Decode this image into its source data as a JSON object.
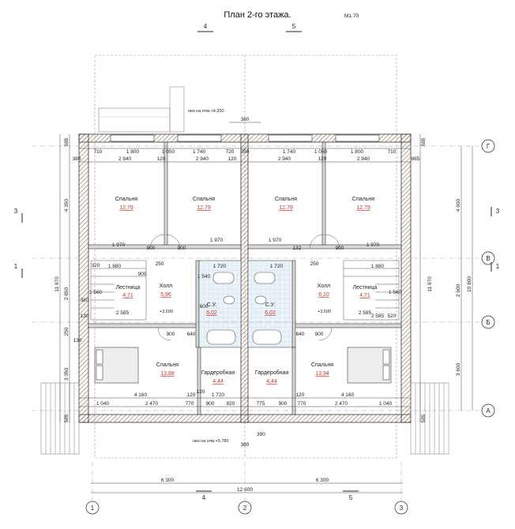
{
  "title": "План 2-го этажа.",
  "scale": "М1:70",
  "section_marks": {
    "top_left": "4",
    "top_right": "5",
    "bottom_left": "4",
    "bottom_right": "5",
    "left_upper": "3",
    "right_upper": "3",
    "left_lower": "1",
    "right_lower": "1"
  },
  "axes": {
    "letters": [
      "Г",
      "В",
      "Б",
      "А"
    ],
    "numbers": [
      "1",
      "2",
      "3"
    ]
  },
  "notes": {
    "top": "низ на отм.+4.200",
    "bottom": "низ на отм.+5.780"
  },
  "levels": {
    "left": "+3.500",
    "right": "+3.500"
  },
  "rooms": [
    {
      "name": "Спальня",
      "area": "12,79"
    },
    {
      "name": "Спальня",
      "area": "12,79"
    },
    {
      "name": "Спальня",
      "area": "12,79"
    },
    {
      "name": "Спальня",
      "area": "12,79"
    },
    {
      "name": "Холл",
      "area": "5,96"
    },
    {
      "name": "Лестница",
      "area": "4,71"
    },
    {
      "name": "С.У.",
      "area": "6,02"
    },
    {
      "name": "С.У.",
      "area": "6,02"
    },
    {
      "name": "Холл",
      "area": "6,10"
    },
    {
      "name": "Лестница",
      "area": "4,71"
    },
    {
      "name": "Спальня",
      "area": "13,88"
    },
    {
      "name": "Гардеробная",
      "area": "4,44"
    },
    {
      "name": "Гардеробная",
      "area": "4,44"
    },
    {
      "name": "Спальня",
      "area": "13,94"
    }
  ],
  "dims": {
    "top_380": "380",
    "top_row1": [
      "710",
      "1 800",
      "1 050",
      "1 740",
      "720",
      "350",
      "1 740",
      "1 050",
      "1 800",
      "710"
    ],
    "top_row2": [
      "380",
      "2 940",
      "120",
      "2 940",
      "120",
      "2 940",
      "120",
      "2 940",
      "885"
    ],
    "left_side": [
      "585",
      "4 350",
      "11 970",
      "2 850",
      "250",
      "3 350",
      "585"
    ],
    "right_side": [
      "585",
      "4 600",
      "10 800",
      "2 600",
      "3 600",
      "11 970",
      "585"
    ],
    "mid_row": [
      "1 970",
      "900",
      "900",
      "1 970",
      "1 970",
      "132",
      "900",
      "1 970"
    ],
    "hall_row": [
      "1 880",
      "250",
      "1 720",
      "1 720",
      "250",
      "1 880"
    ],
    "lower_row": [
      "2 585",
      "130",
      "900",
      "640",
      "640",
      "900",
      "2 585"
    ],
    "bottom_row1": [
      "4 160",
      "120",
      "1 720",
      "120",
      "4 160"
    ],
    "bottom_row2": [
      "1 040",
      "2 470",
      "770",
      "900",
      "820",
      "775",
      "900",
      "770",
      "2 470",
      "1 040"
    ],
    "bottom_390": "390",
    "bottom_380": "380",
    "overall": [
      "6 300",
      "6 300",
      "12 600"
    ],
    "stair": [
      "320",
      "900",
      "1 560",
      "380",
      "130",
      "2 585",
      "520",
      "1 540",
      "600",
      "1 560",
      "120"
    ]
  }
}
